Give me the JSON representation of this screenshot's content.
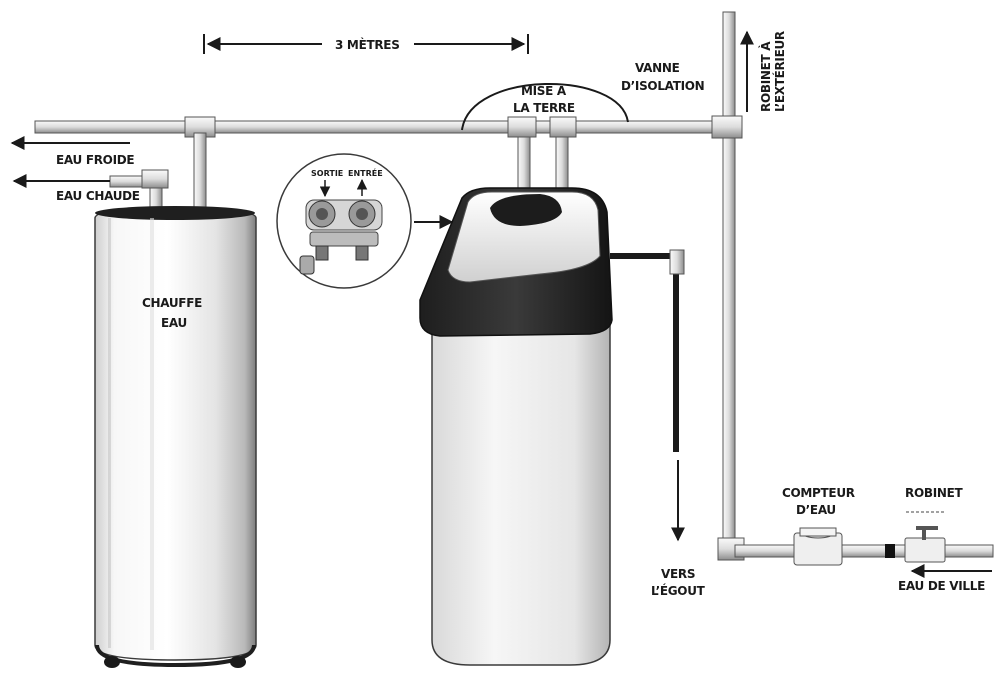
{
  "labels": {
    "distance": "3 MÈTRES",
    "ground_line1": "MISE À",
    "ground_line2": "LA TERRE",
    "valve_line1": "VANNE",
    "valve_line2": "D’ISOLATION",
    "outdoor_tap_line1": "ROBINET À",
    "outdoor_tap_line2": "L’EXTÉRIEUR",
    "cold_water": "EAU FROIDE",
    "hot_water": "EAU CHAUDE",
    "heater_line1": "CHAUFFE",
    "heater_line2": "EAU",
    "outlet": "SORTIE",
    "inlet": "ENTRÉE",
    "drain_line1": "VERS",
    "drain_line2": "L’ÉGOUT",
    "meter_line1": "COMPTEUR",
    "meter_line2": "D’EAU",
    "tap": "ROBINET",
    "city_water": "EAU DE VILLE"
  },
  "colors": {
    "ink": "#1a1a1a",
    "pipe_light": "#f2f2f2",
    "pipe_dark": "#9a9a9a",
    "softener_top": "#2b2b2b",
    "softener_body": "#ececec"
  }
}
